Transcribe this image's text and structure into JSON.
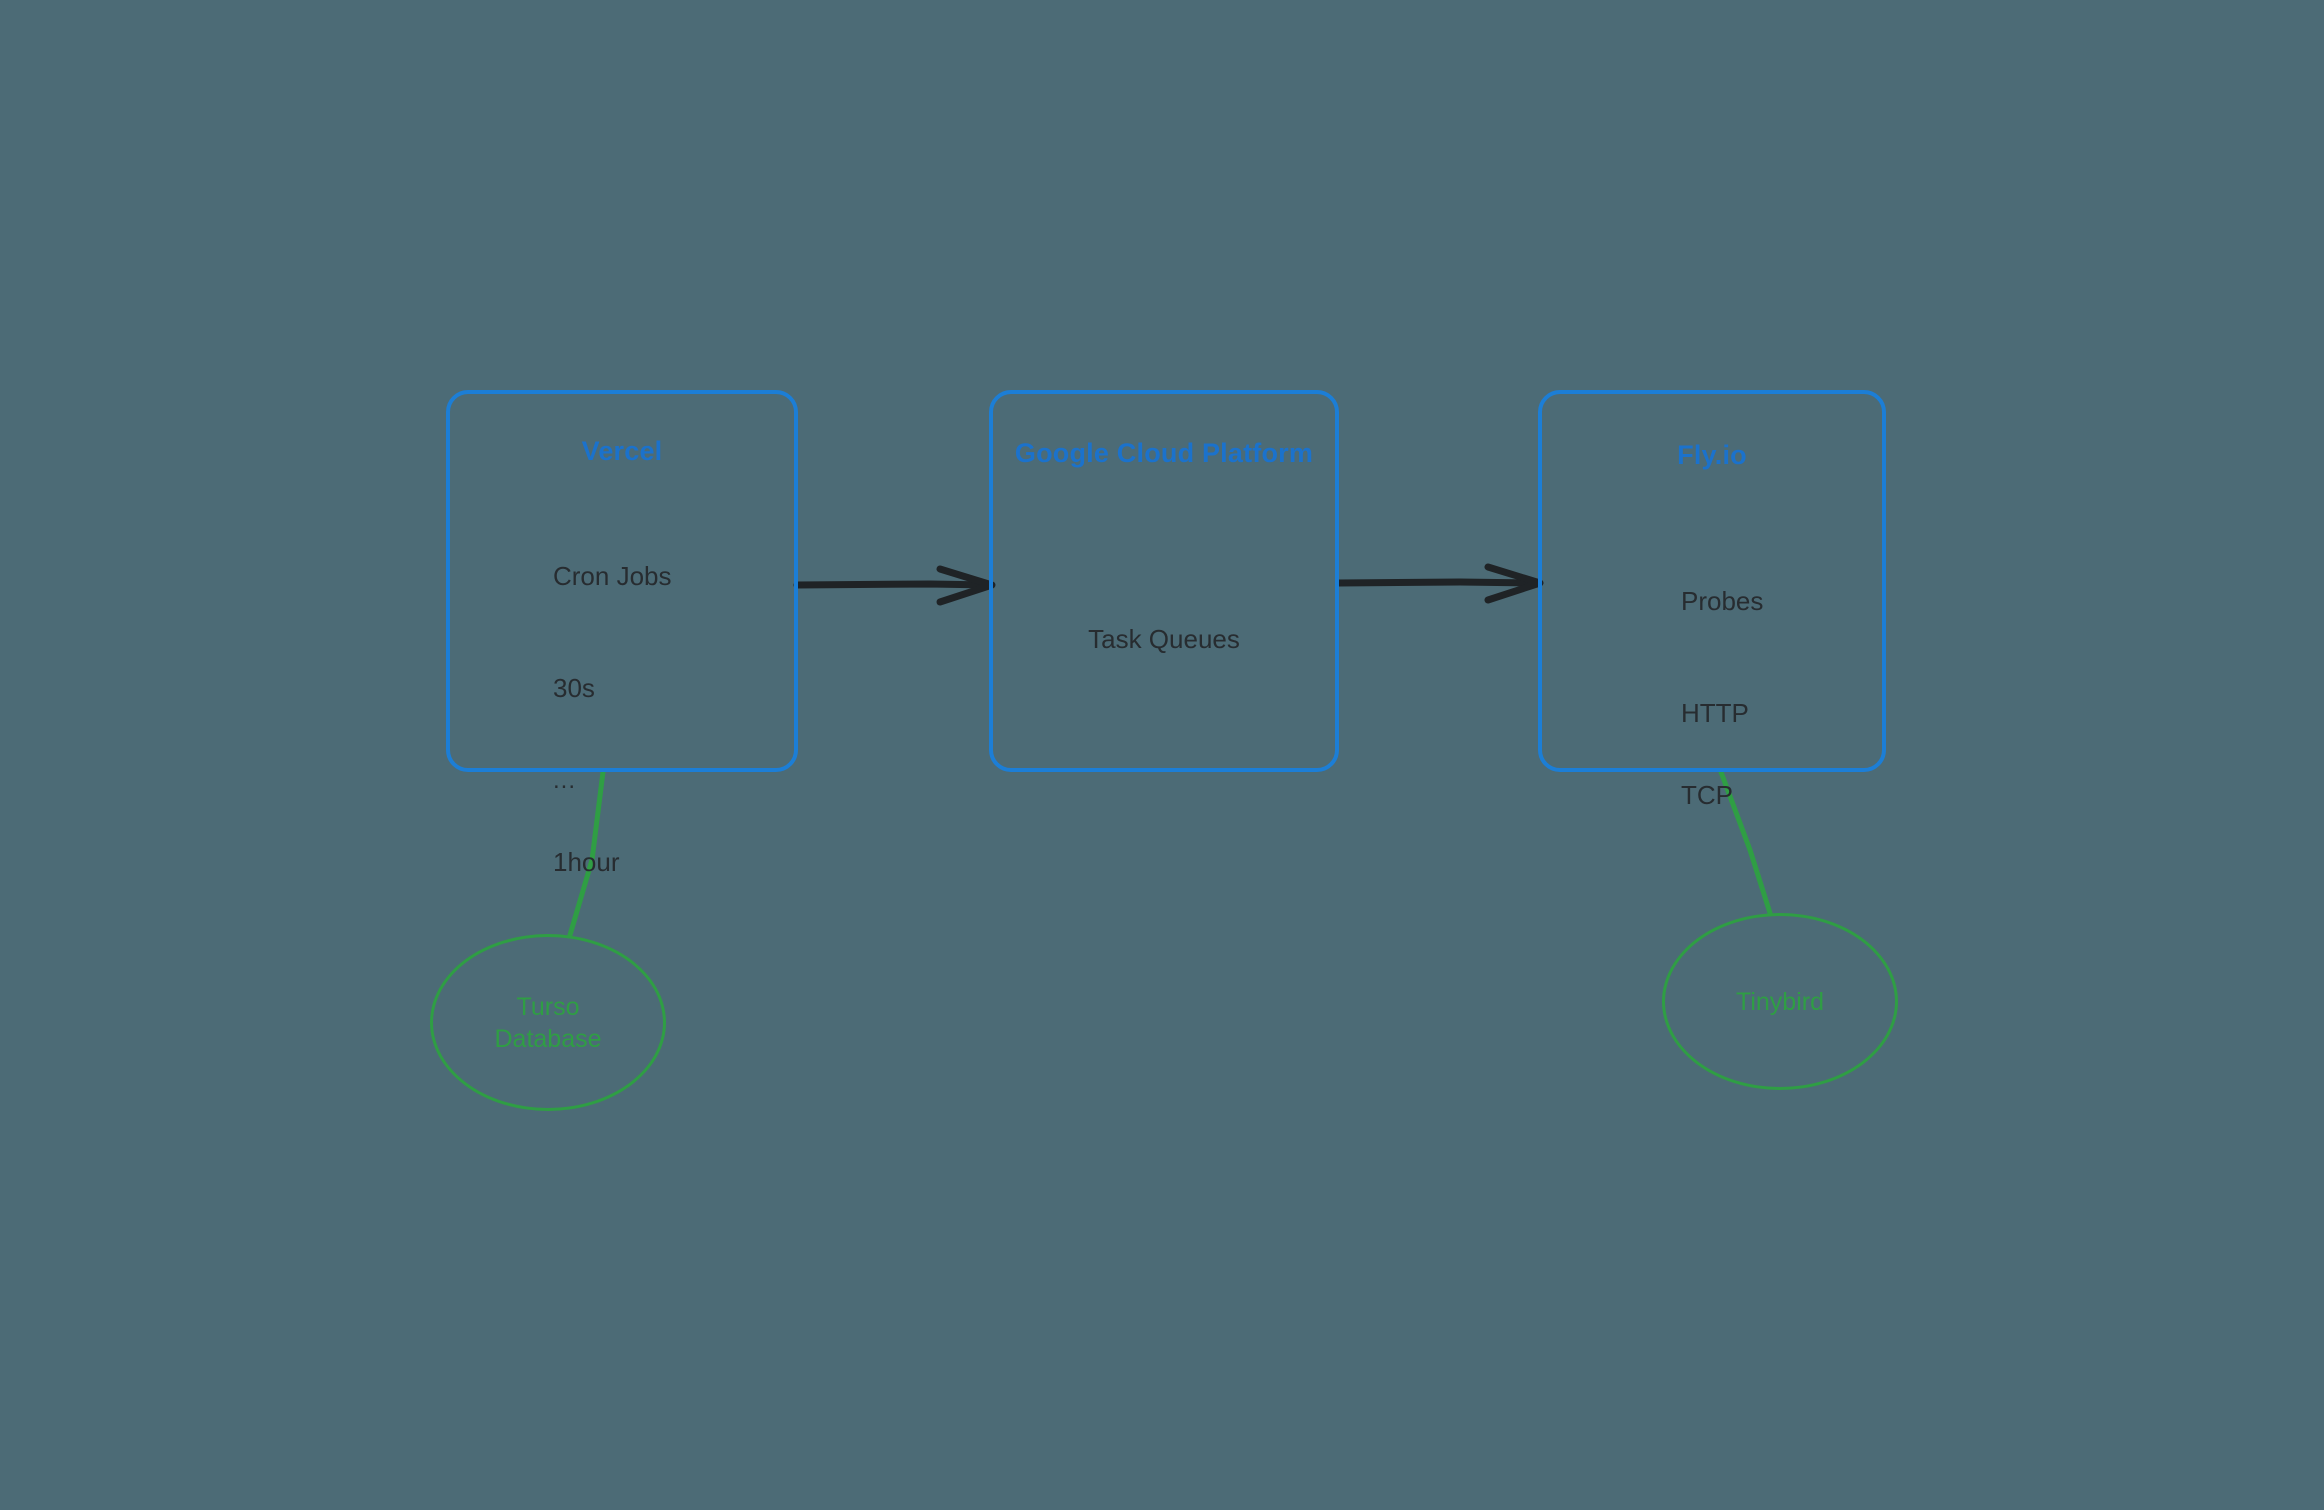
{
  "diagram": {
    "background_color": "#4c6b76",
    "box_border_color": "#1c7ed6",
    "box_title_color": "#1b72cc",
    "box_text_color": "#272c30",
    "ellipse_color": "#2f9e44",
    "arrow_color": "#1f2326"
  },
  "boxes": [
    {
      "title": "Vercel",
      "lines": [
        "Cron Jobs",
        "30s",
        "...",
        "1hour"
      ],
      "align": "left"
    },
    {
      "title": "Google Cloud Platform",
      "lines": [
        "Task Queues"
      ],
      "align": "center"
    },
    {
      "title": "Fly.io",
      "lines": [
        "Probes",
        "HTTP",
        "TCP"
      ],
      "align": "left"
    }
  ],
  "ellipses": [
    {
      "label": "Turso\nDatabase"
    },
    {
      "label": "Tinybird"
    }
  ],
  "connectors": {
    "arrow_1": "Vercel to Google Cloud Platform",
    "arrow_2": "Google Cloud Platform to Fly.io",
    "link_1": "Vercel to Turso Database",
    "link_2": "Fly.io to Tinybird"
  }
}
